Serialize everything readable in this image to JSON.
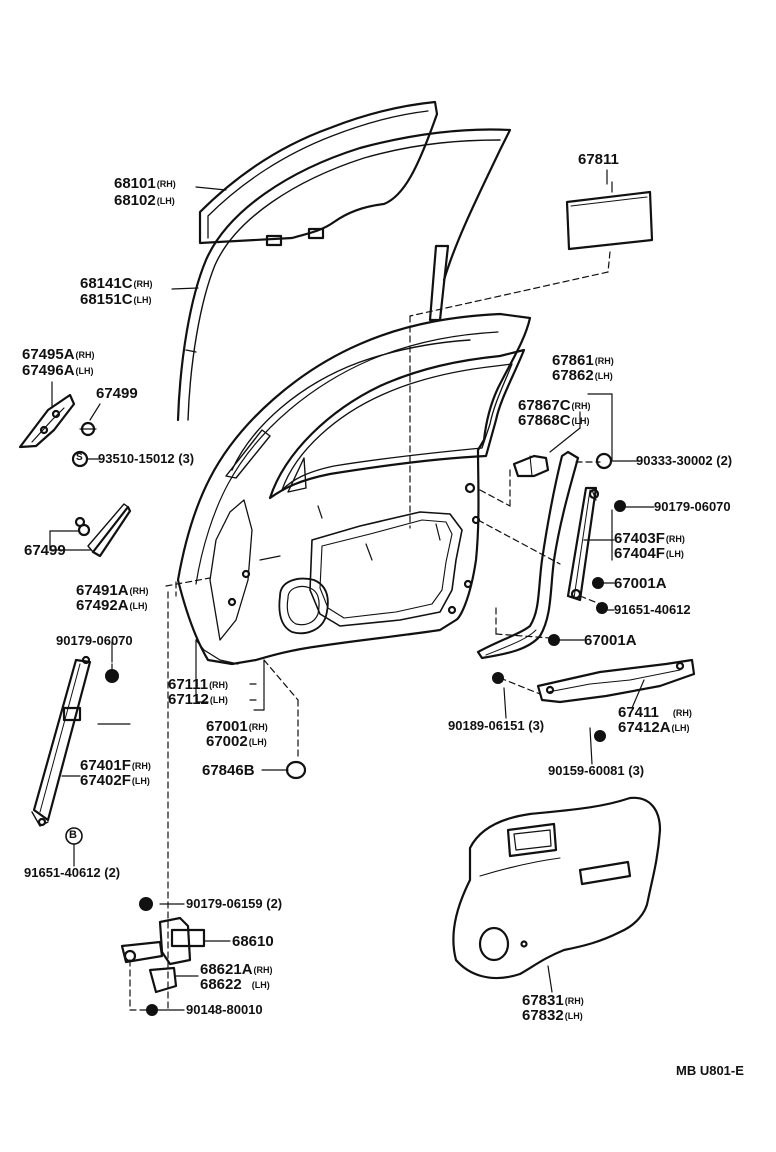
{
  "labels": {
    "glass_rh": "68101",
    "glass_rh_sfx": "(RH)",
    "glass_lh": "68102",
    "glass_lh_sfx": "(LH)",
    "run_rh": "68141C",
    "run_rh_sfx": "(RH)",
    "run_lh": "68151C",
    "run_lh_sfx": "(LH)",
    "plate": "67811",
    "cover_rh": "67495A",
    "cover_rh_sfx": "(RH)",
    "cover_lh": "67496A",
    "cover_lh_sfx": "(LH)",
    "clip_a": "67499",
    "screw_s": "93510-15012 (3)",
    "clip_b": "67499",
    "cover2_rh": "67491A",
    "cover2_rh_sfx": "(RH)",
    "cover2_lh": "67492A",
    "cover2_lh_sfx": "(LH)",
    "seal_rh": "67861",
    "seal_rh_sfx": "(RH)",
    "seal_lh": "67862",
    "seal_lh_sfx": "(LH)",
    "retainer_rh": "67867C",
    "retainer_rh_sfx": "(RH)",
    "retainer_lh": "67868C",
    "retainer_lh_sfx": "(LH)",
    "hole_plug": "90333-30002 (2)",
    "nut_right": "90179-06070",
    "channel_rh": "67403F",
    "channel_rh_sfx": "(RH)",
    "channel_lh": "67404F",
    "channel_lh_sfx": "(LH)",
    "clip_c1": "67001A",
    "bolt_right": "91651-40612",
    "clip_c2": "67001A",
    "nut_left": "90179-06070",
    "panel_rh": "67111",
    "panel_rh_sfx": "(RH)",
    "panel_lh": "67112",
    "panel_lh_sfx": "(LH)",
    "door_rh": "67001",
    "door_rh_sfx": "(RH)",
    "door_lh": "67002",
    "door_lh_sfx": "(LH)",
    "plug": "67846B",
    "front_channel_rh": "67401F",
    "front_channel_rh_sfx": "(RH)",
    "front_channel_lh": "67402F",
    "front_channel_lh_sfx": "(LH)",
    "bolt_b": "91651-40612 (2)",
    "b_mark": "B",
    "s_mark": "S",
    "nut_3": "90189-06151 (3)",
    "reinf_rh": "67411",
    "reinf_rh_sfx": "(RH)",
    "reinf_lh": "67412A",
    "reinf_lh_sfx": "(LH)",
    "bolt_3": "90159-60081 (3)",
    "nut_hinge": "90179-06159 (2)",
    "check": "68610",
    "hinge_rh": "68621A",
    "hinge_rh_sfx": "(RH)",
    "hinge_lh": "68622",
    "hinge_lh_sfx": "(LH)",
    "bolt_hinge": "90148-80010",
    "trim_rh": "67831",
    "trim_rh_sfx": "(RH)",
    "trim_lh": "67832",
    "trim_lh_sfx": "(LH)",
    "code": "MB U801-E"
  }
}
